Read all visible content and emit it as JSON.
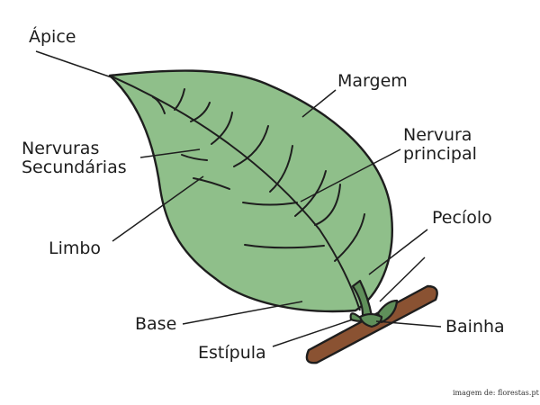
{
  "labels": {
    "apex": "Ápice",
    "margin": "Margem",
    "midrib_line1": "Nervura",
    "midrib_line2": "principal",
    "secondary_line1": "Nervuras",
    "secondary_line2": "Secundárias",
    "petiole": "Pecíolo",
    "blade": "Limbo",
    "base": "Base",
    "sheath": "Bainha",
    "stipule": "Estípula"
  },
  "credit": "imagem de: florestas.pt",
  "colors": {
    "leaf_fill": "#8fbf8a",
    "petiole_fill": "#5f8f5a",
    "branch_fill": "#8a5232",
    "stroke": "#1e1e1e"
  }
}
